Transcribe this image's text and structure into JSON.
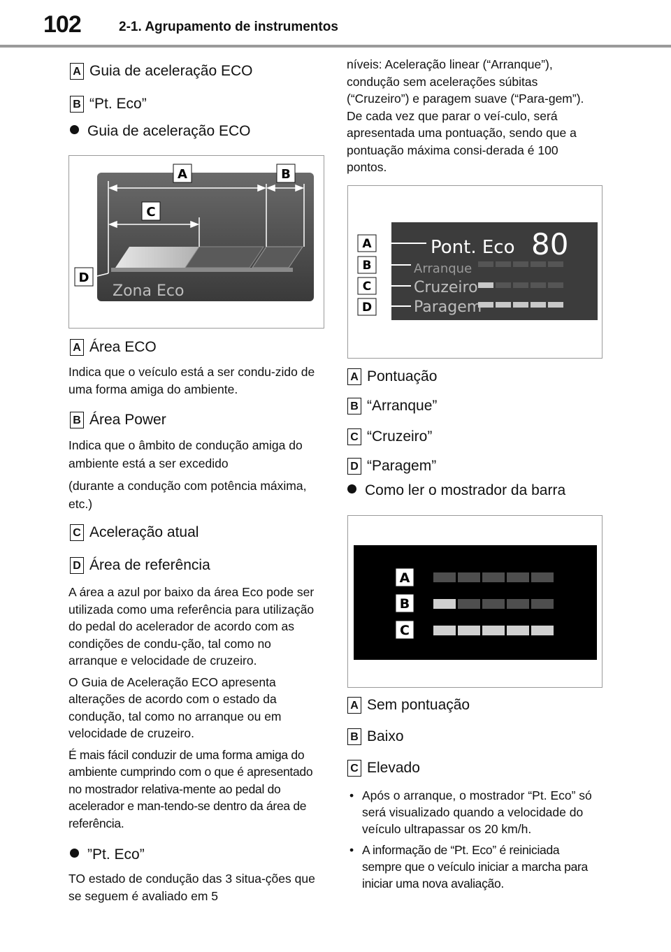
{
  "header": {
    "page_number": "102",
    "section_title": "2-1. Agrupamento de instrumentos"
  },
  "left": {
    "intro": [
      {
        "badge": "A",
        "text": "Guia de aceleração ECO"
      },
      {
        "badge": "B",
        "text": "“Pt. Eco”"
      }
    ],
    "bullet1": "Guia de aceleração ECO",
    "figure1": {
      "badges": [
        "A",
        "B",
        "C",
        "D"
      ],
      "caption_text": "Zona Eco"
    },
    "items": [
      {
        "badge": "A",
        "text": "Área ECO"
      },
      {
        "badge": "B",
        "text": "Área Power"
      },
      {
        "badge": "C",
        "text": "Aceleração atual"
      },
      {
        "badge": "D",
        "text": "Área de referência"
      }
    ],
    "desc_a": "Indica que o veículo está a ser condu-zido de uma forma amiga do ambiente.",
    "desc_b1": "Indica que o âmbito de condução amiga do ambiente está a ser excedido",
    "desc_b2": "(durante a condução com potência máxima, etc.)",
    "desc_d1": "A área a azul por baixo da área Eco pode ser utilizada como uma referência para utilização do pedal do acelerador de acordo com as condições de condu-ção, tal como no arranque e velocidade de cruzeiro.",
    "desc_d2": "O Guia de Aceleração ECO apresenta alterações de acordo com o estado da condução, tal como no arranque ou em velocidade de cruzeiro.",
    "desc_d3": "É mais fácil conduzir de uma forma amiga do ambiente cumprindo com o que é apresentado no mostrador relativa-mente ao pedal do acelerador e man-tendo-se dentro da área de referência.",
    "bullet2": "”Pt. Eco”",
    "desc_pt": "TO estado de condução das 3 situa-ções que se seguem é avaliado em 5"
  },
  "right": {
    "continuation": "níveis: Aceleração linear (“Arranque”), condução sem acelerações súbitas (“Cruzeiro”) e paragem suave (“Para-gem”). De cada vez que parar o veí-culo, será apresentada uma pontuação, sendo que a pontuação máxima consi-derada é 100 pontos.",
    "figure2": {
      "badges": [
        "A",
        "B",
        "C",
        "D"
      ],
      "title_text": "Pont. Eco",
      "score": "80",
      "rows": [
        "Arranque",
        "Cruzeiro",
        "Paragem"
      ],
      "row_levels": [
        0,
        1,
        5
      ]
    },
    "items": [
      {
        "badge": "A",
        "text": "Pontuação"
      },
      {
        "badge": "B",
        "text": "“Arranque”"
      },
      {
        "badge": "C",
        "text": "“Cruzeiro”"
      },
      {
        "badge": "D",
        "text": "“Paragem”"
      }
    ],
    "bullet3": "Como ler o mostrador da barra",
    "figure3": {
      "badges": [
        "A",
        "B",
        "C"
      ],
      "row_levels": [
        0,
        1,
        5
      ]
    },
    "items2": [
      {
        "badge": "A",
        "text": "Sem pontuação"
      },
      {
        "badge": "B",
        "text": "Baixo"
      },
      {
        "badge": "C",
        "text": "Elevado"
      }
    ],
    "notes": [
      "Após o arranque, o mostrador “Pt. Eco” só será visualizado quando a velocidade do veículo ultrapassar os 20 km/h.",
      "A informação de “Pt. Eco” é reiniciada sempre que o veículo iniciar a marcha para iniciar uma nova avaliação."
    ]
  }
}
